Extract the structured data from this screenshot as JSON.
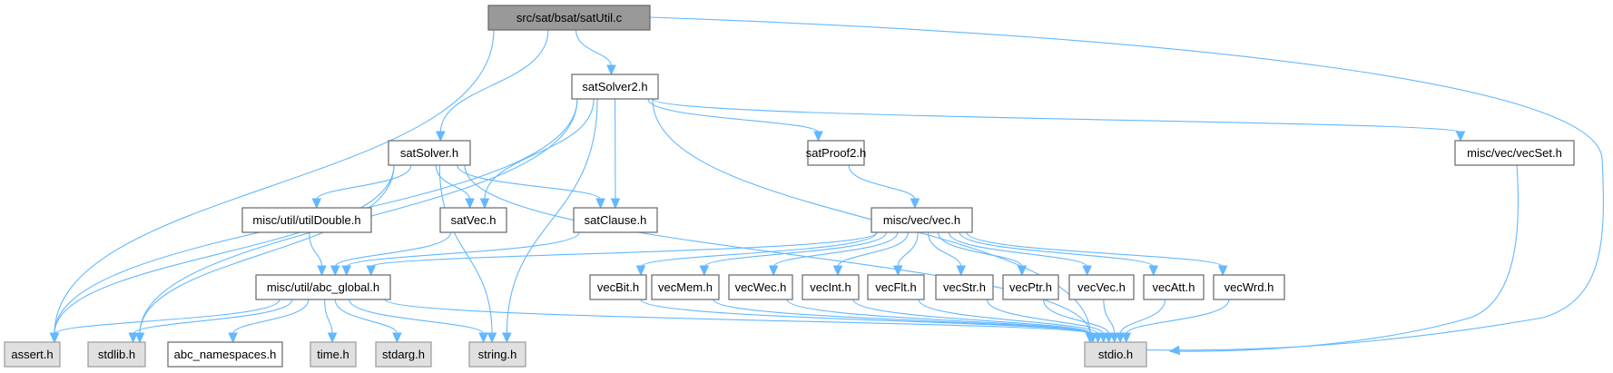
{
  "title": "src/sat/bsat/satUtil.c include dependency graph",
  "colors": {
    "edge": "#63b8ff",
    "root_fill": "#999999",
    "local_fill": "#ffffff",
    "system_fill": "#e0e0e0"
  },
  "nodes": [
    {
      "id": "satUtil",
      "label": "src/sat/bsat/satUtil.c",
      "kind": "root"
    },
    {
      "id": "satSolver2",
      "label": "satSolver2.h",
      "kind": "local"
    },
    {
      "id": "satSolver",
      "label": "satSolver.h",
      "kind": "local"
    },
    {
      "id": "satProof2",
      "label": "satProof2.h",
      "kind": "local"
    },
    {
      "id": "vecSet",
      "label": "misc/vec/vecSet.h",
      "kind": "local"
    },
    {
      "id": "utilDouble",
      "label": "misc/util/utilDouble.h",
      "kind": "local"
    },
    {
      "id": "satVec",
      "label": "satVec.h",
      "kind": "local"
    },
    {
      "id": "satClause",
      "label": "satClause.h",
      "kind": "local"
    },
    {
      "id": "vec",
      "label": "misc/vec/vec.h",
      "kind": "local"
    },
    {
      "id": "abc_global",
      "label": "misc/util/abc_global.h",
      "kind": "local"
    },
    {
      "id": "vecBit",
      "label": "vecBit.h",
      "kind": "local"
    },
    {
      "id": "vecMem",
      "label": "vecMem.h",
      "kind": "local"
    },
    {
      "id": "vecWec",
      "label": "vecWec.h",
      "kind": "local"
    },
    {
      "id": "vecInt",
      "label": "vecInt.h",
      "kind": "local"
    },
    {
      "id": "vecFlt",
      "label": "vecFlt.h",
      "kind": "local"
    },
    {
      "id": "vecStr",
      "label": "vecStr.h",
      "kind": "local"
    },
    {
      "id": "vecPtr",
      "label": "vecPtr.h",
      "kind": "local"
    },
    {
      "id": "vecVec",
      "label": "vecVec.h",
      "kind": "local"
    },
    {
      "id": "vecAtt",
      "label": "vecAtt.h",
      "kind": "local"
    },
    {
      "id": "vecWrd",
      "label": "vecWrd.h",
      "kind": "local"
    },
    {
      "id": "assert",
      "label": "assert.h",
      "kind": "system"
    },
    {
      "id": "stdlib",
      "label": "stdlib.h",
      "kind": "system"
    },
    {
      "id": "abc_namespaces",
      "label": "abc_namespaces.h",
      "kind": "local"
    },
    {
      "id": "time",
      "label": "time.h",
      "kind": "system"
    },
    {
      "id": "stdarg",
      "label": "stdarg.h",
      "kind": "system"
    },
    {
      "id": "string",
      "label": "string.h",
      "kind": "system"
    },
    {
      "id": "stdio",
      "label": "stdio.h",
      "kind": "system"
    }
  ],
  "edges": [
    [
      "satUtil",
      "assert"
    ],
    [
      "satUtil",
      "satSolver"
    ],
    [
      "satUtil",
      "satSolver2"
    ],
    [
      "satUtil",
      "stdio"
    ],
    [
      "satSolver2",
      "assert"
    ],
    [
      "satSolver2",
      "stdlib"
    ],
    [
      "satSolver2",
      "satVec"
    ],
    [
      "satSolver2",
      "satClause"
    ],
    [
      "satSolver2",
      "string"
    ],
    [
      "satSolver2",
      "satProof2"
    ],
    [
      "satSolver2",
      "stdio"
    ],
    [
      "satSolver2",
      "vecSet"
    ],
    [
      "satSolver",
      "assert"
    ],
    [
      "satSolver",
      "stdlib"
    ],
    [
      "satSolver",
      "utilDouble"
    ],
    [
      "satSolver",
      "satVec"
    ],
    [
      "satSolver",
      "satClause"
    ],
    [
      "satSolver",
      "string"
    ],
    [
      "satSolver",
      "stdio"
    ],
    [
      "satProof2",
      "vec"
    ],
    [
      "vecSet",
      "stdio"
    ],
    [
      "utilDouble",
      "abc_global"
    ],
    [
      "satVec",
      "abc_global"
    ],
    [
      "satClause",
      "abc_global"
    ],
    [
      "vec",
      "abc_global"
    ],
    [
      "vec",
      "vecBit"
    ],
    [
      "vec",
      "vecMem"
    ],
    [
      "vec",
      "vecWec"
    ],
    [
      "vec",
      "vecInt"
    ],
    [
      "vec",
      "vecFlt"
    ],
    [
      "vec",
      "vecStr"
    ],
    [
      "vec",
      "vecPtr"
    ],
    [
      "vec",
      "vecVec"
    ],
    [
      "vec",
      "vecAtt"
    ],
    [
      "vec",
      "vecWrd"
    ],
    [
      "abc_global",
      "assert"
    ],
    [
      "abc_global",
      "stdlib"
    ],
    [
      "abc_global",
      "abc_namespaces"
    ],
    [
      "abc_global",
      "time"
    ],
    [
      "abc_global",
      "stdarg"
    ],
    [
      "abc_global",
      "string"
    ],
    [
      "abc_global",
      "stdio"
    ],
    [
      "vecBit",
      "stdio"
    ],
    [
      "vecMem",
      "stdio"
    ],
    [
      "vecWec",
      "stdio"
    ],
    [
      "vecInt",
      "stdio"
    ],
    [
      "vecFlt",
      "stdio"
    ],
    [
      "vecStr",
      "stdio"
    ],
    [
      "vecPtr",
      "stdio"
    ],
    [
      "vecVec",
      "stdio"
    ],
    [
      "vecAtt",
      "stdio"
    ],
    [
      "vecWrd",
      "stdio"
    ]
  ]
}
